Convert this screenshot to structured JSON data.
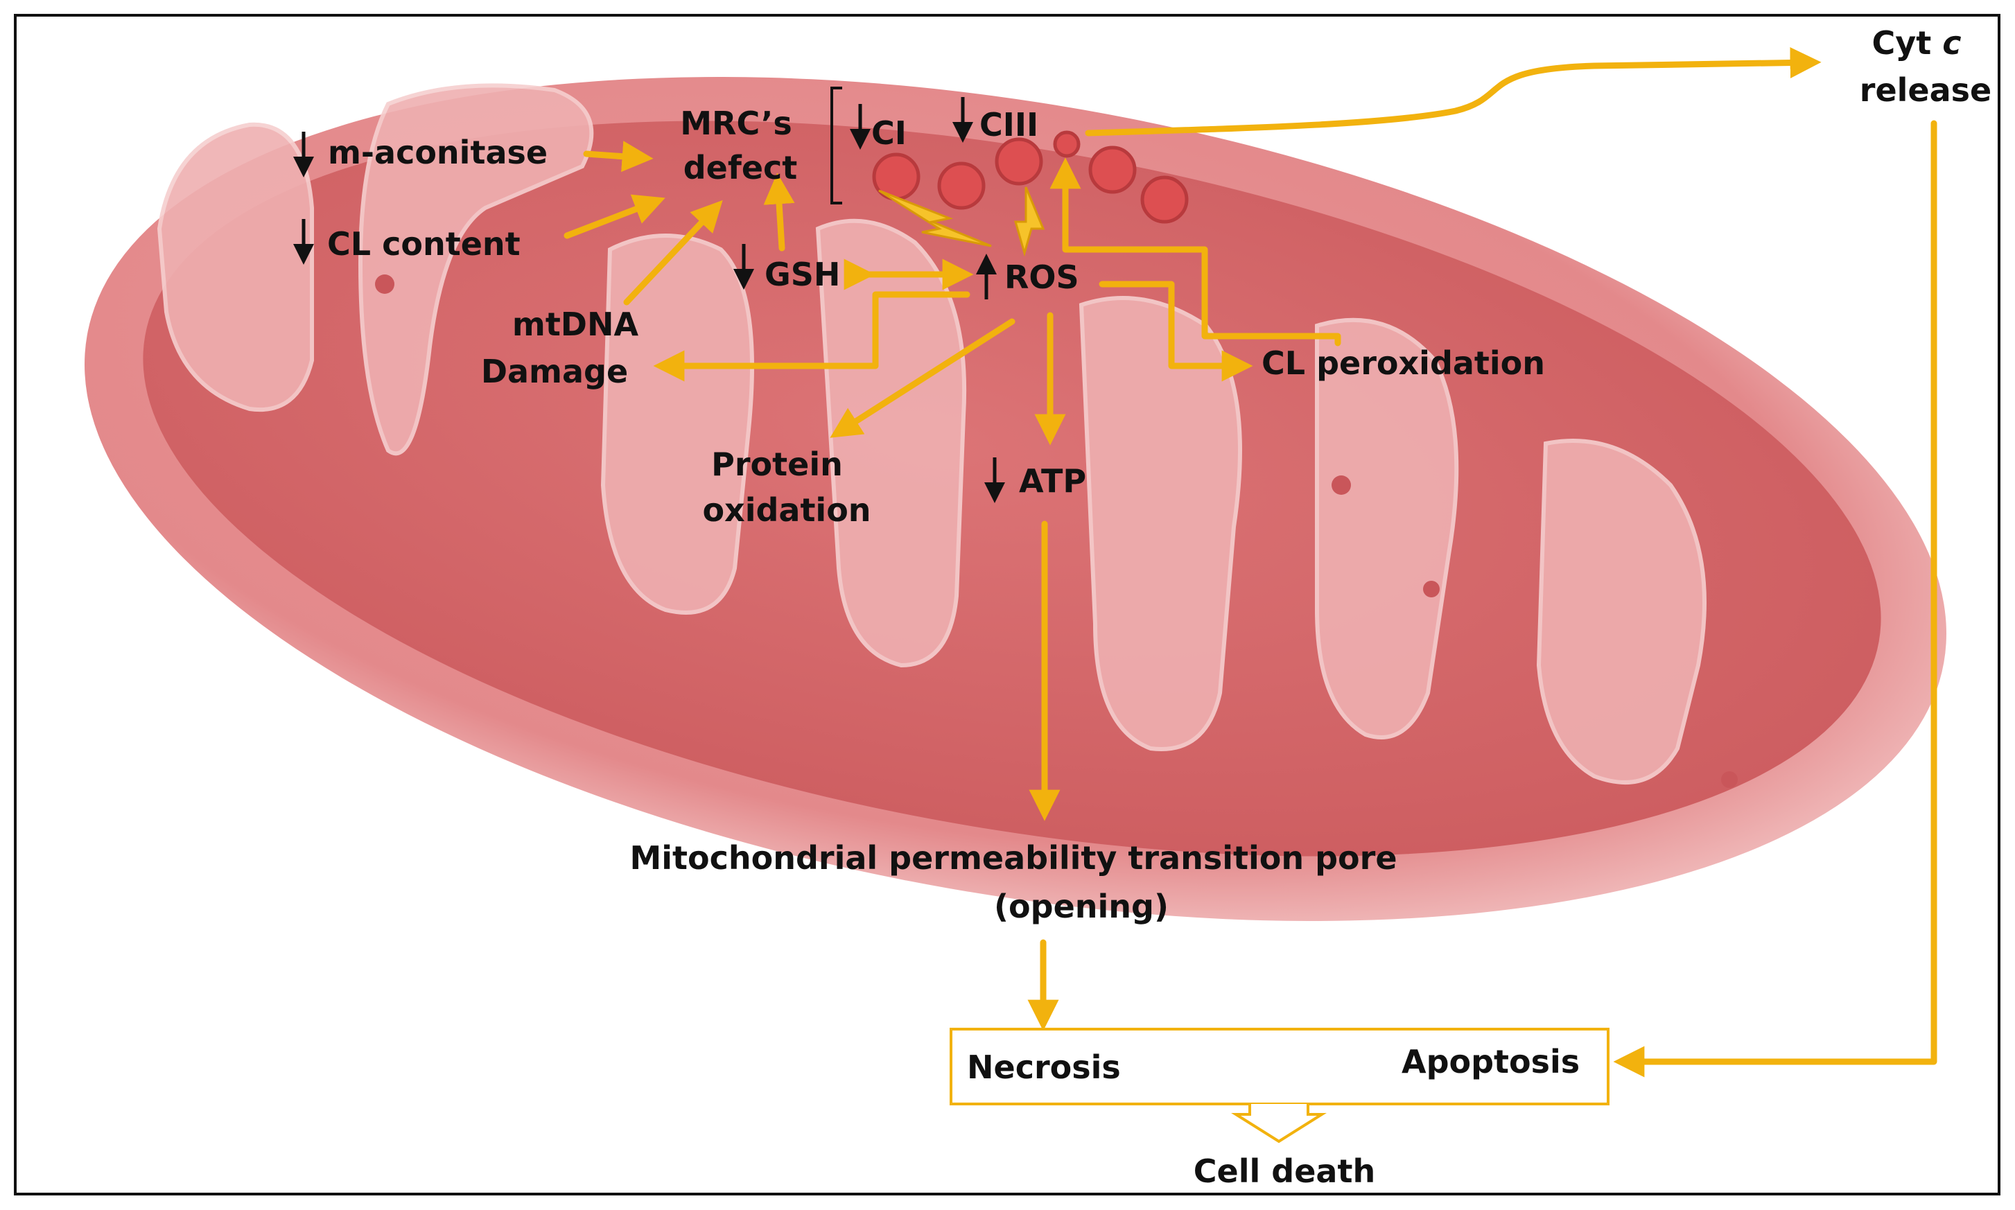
{
  "labels": {
    "cyt_c_1": "Cyt ",
    "cyt_c_italic": "c",
    "cyt_c_2": "release",
    "m_aconitase": "m-aconitase",
    "cl_content": "CL content",
    "mrc_1": "MRC’s",
    "mrc_2": "defect",
    "ci": "CI",
    "ciii": "CIII",
    "gsh": "GSH",
    "ros": "ROS",
    "mtdna_1": "mtDNA",
    "mtdna_2": "Damage",
    "cl_peroxidation": "CL peroxidation",
    "protein_1": "Protein",
    "protein_2": "oxidation",
    "atp": "ATP",
    "mptp_1": "Mitochondrial permeability transition pore",
    "mptp_2": "(opening)",
    "necrosis": "Necrosis",
    "apoptosis": "Apoptosis",
    "cell_death": "Cell death"
  },
  "colors": {
    "arrow": "#f2b20e",
    "membrane": "#e7878a",
    "matrix": "#d96a6c",
    "complex": "#dd4f51",
    "text": "#111111"
  }
}
